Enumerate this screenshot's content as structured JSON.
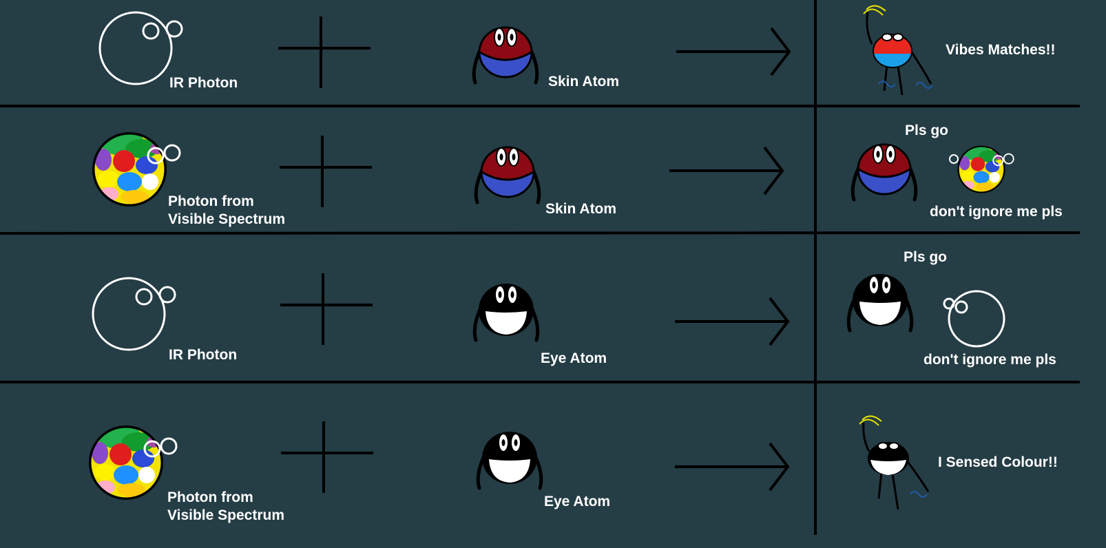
{
  "rows": [
    {
      "photon_label": [
        "IR Photon"
      ],
      "atom_label": "Skin Atom",
      "result": {
        "caption_top": "",
        "caption": "Vibes Matches!!"
      }
    },
    {
      "photon_label": [
        "Photon from",
        "Visible Spectrum"
      ],
      "atom_label": "Skin Atom",
      "result": {
        "caption_top": "Pls go",
        "caption": "don't ignore me pls"
      }
    },
    {
      "photon_label": [
        "IR Photon"
      ],
      "atom_label": "Eye Atom",
      "result": {
        "caption_top": "Pls go",
        "caption": "don't ignore me pls"
      }
    },
    {
      "photon_label": [
        "Photon from",
        "Visible Spectrum"
      ],
      "atom_label": "Eye Atom",
      "result": {
        "caption_top": "",
        "caption": "I Sensed Colour!!"
      }
    }
  ],
  "colors": {
    "background": "#253d45",
    "line": "#000000",
    "skin_top": "#8b0a14",
    "skin_bottom": "#3a50c8",
    "eye_body": "#000000",
    "happy_top": "#e8281e",
    "happy_bottom": "#1aa0e8"
  },
  "icons": [
    "ir-photon-icon",
    "visible-photon-icon",
    "skin-atom-icon",
    "eye-atom-icon",
    "plus-icon",
    "arrow-icon"
  ]
}
